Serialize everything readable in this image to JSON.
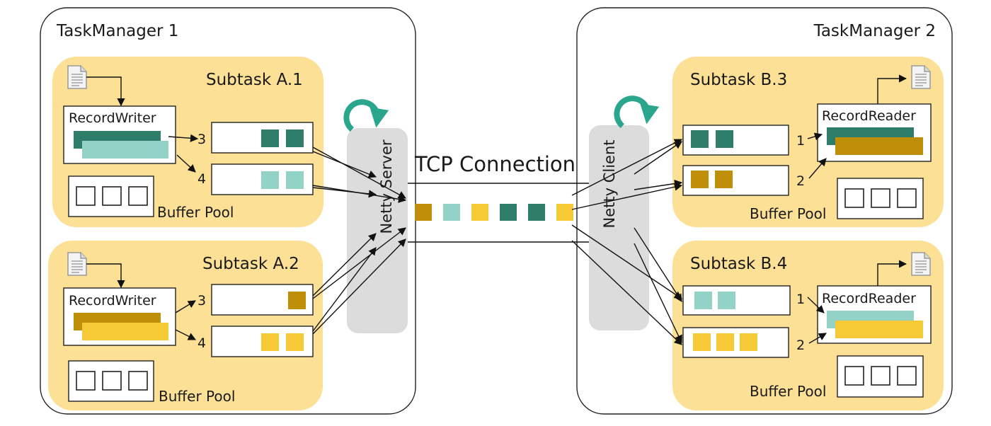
{
  "colors": {
    "dark_teal": "#2e7d6a",
    "light_teal": "#93d2c6",
    "dark_gold": "#bf8f0a",
    "yellow": "#f6ca37",
    "subtask_bg": "#fbe096",
    "netty_bg": "#dcdcdc",
    "cycle_arrow": "#2aa68d",
    "line": "#111111"
  },
  "icons": {
    "document": "document-icon",
    "cycle": "cycle-arrow-icon",
    "buffer": "buffer-slot"
  },
  "taskmanager1": {
    "title": "TaskManager 1",
    "subtask_a1": {
      "title": "Subtask A.1",
      "writer_label": "RecordWriter",
      "channel1_num": "3",
      "channel2_num": "4",
      "pool_label": "Buffer Pool"
    },
    "subtask_a2": {
      "title": "Subtask A.2",
      "writer_label": "RecordWriter",
      "channel1_num": "3",
      "channel2_num": "4",
      "pool_label": "Buffer Pool"
    },
    "netty_label": "Netty Server"
  },
  "taskmanager2": {
    "title": "TaskManager 2",
    "subtask_b3": {
      "title": "Subtask B.3",
      "reader_label": "RecordReader",
      "channel1_num": "1",
      "channel2_num": "2",
      "pool_label": "Buffer Pool"
    },
    "subtask_b4": {
      "title": "Subtask B.4",
      "reader_label": "RecordReader",
      "channel1_num": "1",
      "channel2_num": "2",
      "pool_label": "Buffer Pool"
    },
    "netty_label": "Netty Client"
  },
  "tcp": {
    "label": "TCP Connection",
    "buffers": [
      "dark_gold",
      "light_teal",
      "yellow",
      "dark_teal",
      "dark_teal",
      "yellow"
    ]
  }
}
